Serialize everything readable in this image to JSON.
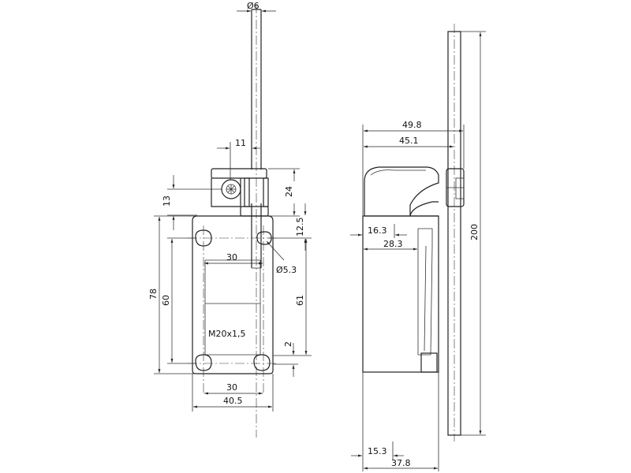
{
  "front_view": {
    "dims": {
      "rod_diameter": "Ø6",
      "lever_width": "11",
      "roller_height": "24",
      "roller_offset": "13",
      "head_gap": "12.5",
      "hole_spacing_top": "30",
      "hole_diameter": "Ø5.3",
      "overall_height": "78",
      "hole_spacing_vertical": "60",
      "body_height": "61",
      "bottom_offset": "2",
      "thread": "M20x1,5",
      "hole_spacing_bottom": "30",
      "overall_width": "40.5"
    }
  },
  "side_view": {
    "dims": {
      "total_depth": "49.8",
      "head_depth": "45.1",
      "rod_length": "200",
      "slot_offset": "16.3",
      "slot_depth": "28.3",
      "base_offset": "15.3",
      "base_depth": "37.8"
    }
  }
}
